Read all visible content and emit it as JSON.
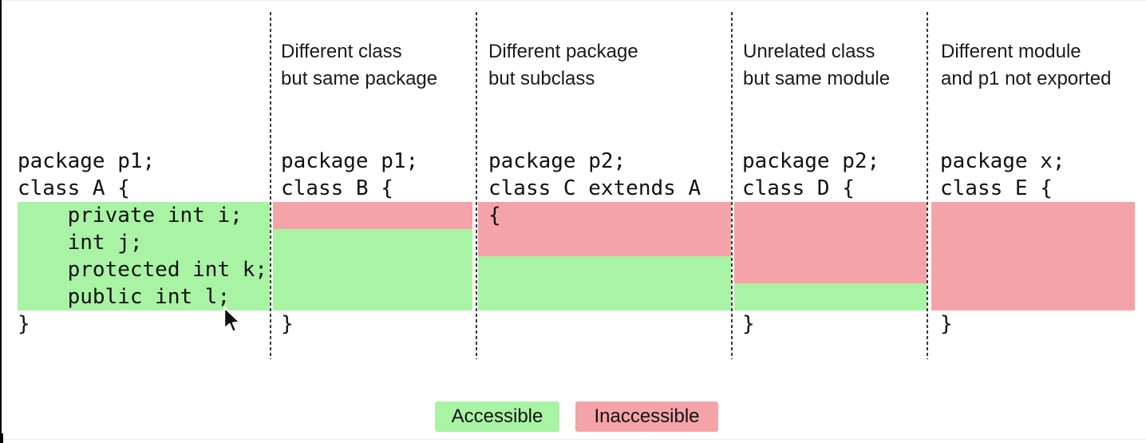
{
  "colors": {
    "accessible": "#a9f3a4",
    "inaccessible": "#f4a4a8",
    "text": "#111111",
    "separator": "#3a3a3a",
    "background": "#ffffff"
  },
  "members": [
    "private int i;",
    "int j;",
    "protected int k;",
    "public int l;"
  ],
  "columns": [
    {
      "id": "class-A",
      "header": null,
      "code_lines": [
        "package p1;",
        "class A {",
        "    private int i;",
        "    int j;",
        "    protected int k;",
        "    public int l;",
        "}"
      ],
      "access": [
        "accessible",
        "accessible",
        "accessible",
        "accessible"
      ]
    },
    {
      "id": "class-B",
      "header": [
        "Different class",
        "but same package"
      ],
      "code_lines": [
        "package p1;",
        "class B {",
        "",
        "",
        "",
        "",
        "}"
      ],
      "access": [
        "inaccessible",
        "accessible",
        "accessible",
        "accessible"
      ]
    },
    {
      "id": "class-C",
      "header": [
        "Different package",
        "but subclass"
      ],
      "code_lines": [
        "package p2;",
        "class C extends A",
        "{",
        "",
        "",
        "",
        ""
      ],
      "access": [
        "inaccessible",
        "inaccessible",
        "accessible",
        "accessible"
      ]
    },
    {
      "id": "class-D",
      "header": [
        "Unrelated class",
        "but same module"
      ],
      "code_lines": [
        "package p2;",
        "class D {",
        "",
        "",
        "",
        "",
        "}"
      ],
      "access": [
        "inaccessible",
        "inaccessible",
        "inaccessible",
        "accessible"
      ]
    },
    {
      "id": "class-E",
      "header": [
        "Different module",
        "and p1 not exported"
      ],
      "code_lines": [
        "package x;",
        "class E {",
        "",
        "",
        "",
        "",
        "}"
      ],
      "access": [
        "inaccessible",
        "inaccessible",
        "inaccessible",
        "inaccessible"
      ]
    }
  ],
  "legend": {
    "accessible": "Accessible",
    "inaccessible": "Inaccessible"
  }
}
